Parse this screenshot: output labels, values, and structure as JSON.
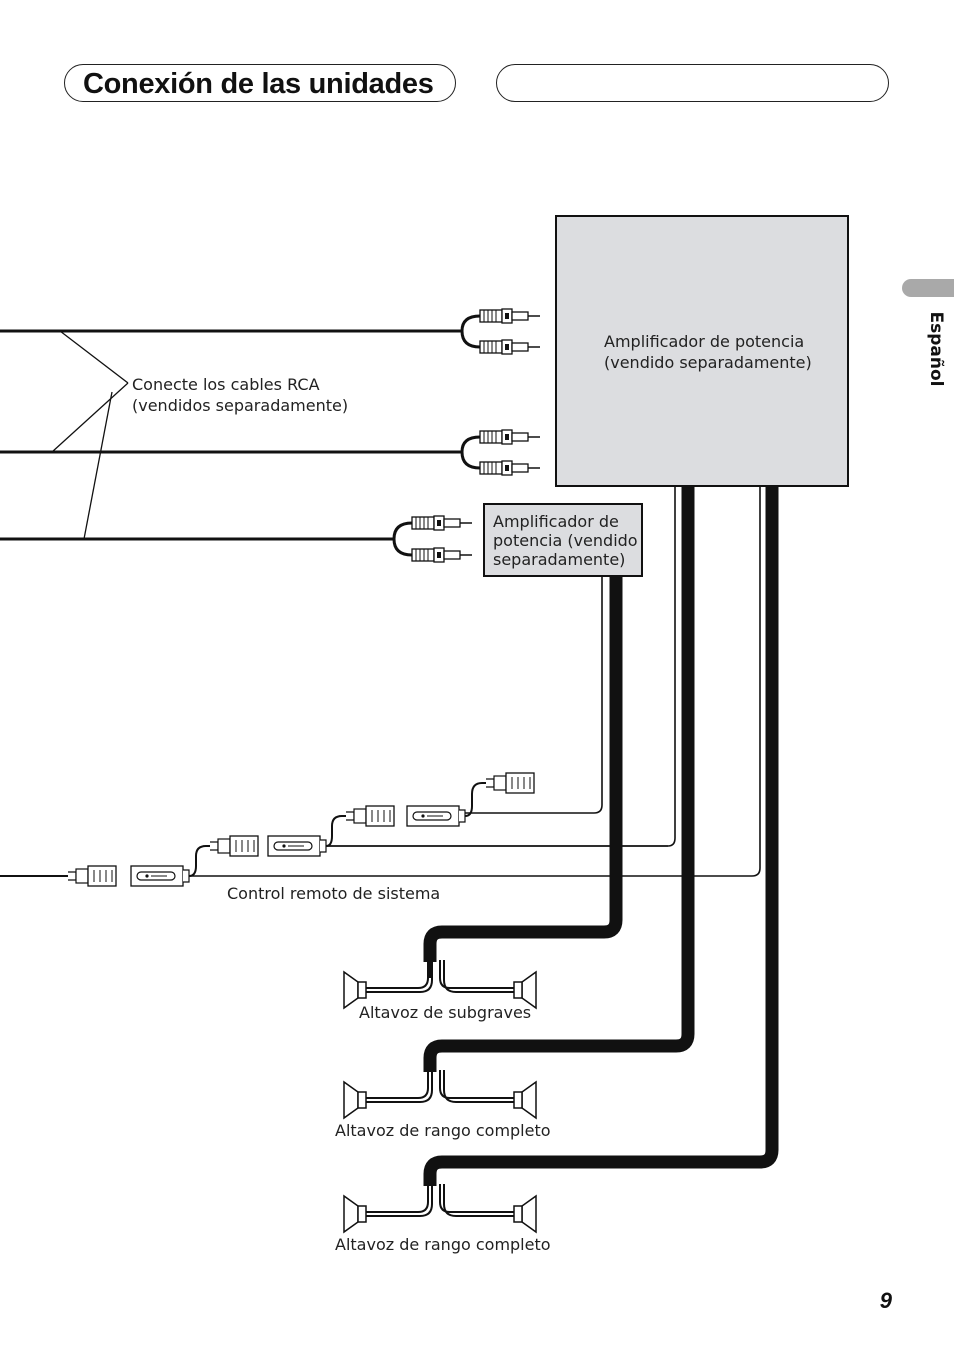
{
  "header": {
    "title": "Conexión de las unidades"
  },
  "side_tab": {
    "language": "Español"
  },
  "footer": {
    "page_number": "9"
  },
  "diagram": {
    "amp_main_label_line1": "Amplificador de potencia",
    "amp_main_label_line2": "(vendido separadamente)",
    "amp_small_label_line1": "Amplificador de",
    "amp_small_label_line2": "potencia (vendido",
    "amp_small_label_line3": "separadamente)",
    "rca_label_line1": "Conecte los cables RCA",
    "rca_label_line2": "(vendidos separadamente)",
    "remote_label": "Control remoto de sistema",
    "speaker_labels": [
      "Altavoz de subgraves",
      "Altavoz de rango completo",
      "Altavoz de rango completo"
    ]
  }
}
